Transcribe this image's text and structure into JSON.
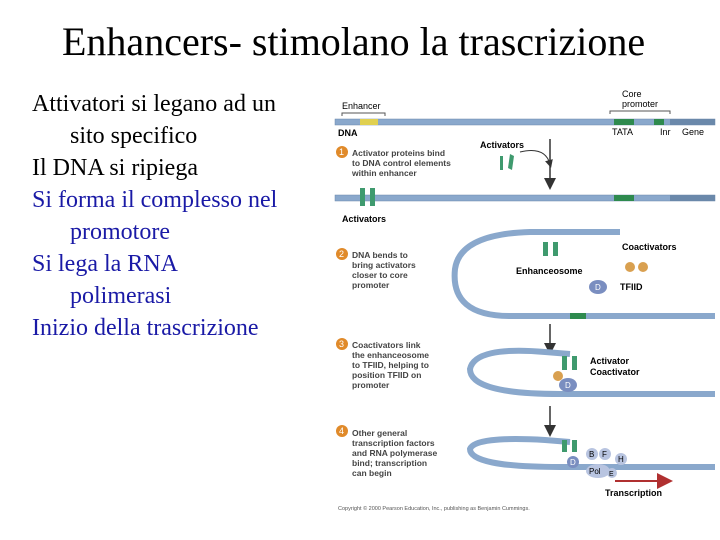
{
  "slide": {
    "title": "Enhancers- stimolano la trascrizione",
    "bullets": [
      {
        "l1": "Attivatori si legano ad un",
        "l2": "sito specifico"
      },
      {
        "l1": "Il DNA si ripiega"
      },
      {
        "l1": "Si forma il complesso nel",
        "l2": "promotore"
      },
      {
        "l1": "Si lega la RNA",
        "l2": "polimerasi"
      },
      {
        "l1": "Inizio della trascrizione"
      }
    ],
    "colors": {
      "black_text": "#000000",
      "blue_text": "#1a1aa6"
    }
  },
  "figure": {
    "enhancer": "Enhancer",
    "core1": "Core",
    "core2": "promoter",
    "dna": "DNA",
    "tata": "TATA",
    "inr": "Inr",
    "gene": "Gene",
    "activators_top": "Activators",
    "activators_bound": "Activators",
    "enhanceosome": "Enhanceosome",
    "coactivators": "Coactivators",
    "tfiid": "TFIID",
    "activator": "Activator",
    "coactivator": "Coactivator",
    "transcription": "Transcription",
    "copyright": "Copyright © 2000 Pearson Education, Inc., publishing as Benjamin Cummings.",
    "steps": [
      {
        "num": "1",
        "l1": "Activator proteins bind",
        "l2": "to DNA control elements",
        "l3": "within enhancer"
      },
      {
        "num": "2",
        "l1": "DNA bends to",
        "l2": "bring activators",
        "l3": "closer to core",
        "l4": "promoter"
      },
      {
        "num": "3",
        "l1": "Coactivators link",
        "l2": "the enhanceosome",
        "l3": "to TFIID, helping to",
        "l4": "position TFIID on",
        "l5": "promoter"
      },
      {
        "num": "4",
        "l1": "Other general",
        "l2": "transcription factors",
        "l3": "and RNA polymerase",
        "l4": "bind; transcription",
        "l5": "can begin"
      }
    ],
    "factors": {
      "b": "B",
      "f": "F",
      "d": "D",
      "h": "H",
      "pol": "Pol",
      "e": "E"
    },
    "colors": {
      "dna": "#8aa8cc",
      "enhancer": "#e0d050",
      "tata": "#2e8a4e",
      "activator": "#3f9a6e",
      "coactivator": "#d9a050",
      "step_badge": "#e08a2a",
      "arrow": "#b03030"
    }
  }
}
